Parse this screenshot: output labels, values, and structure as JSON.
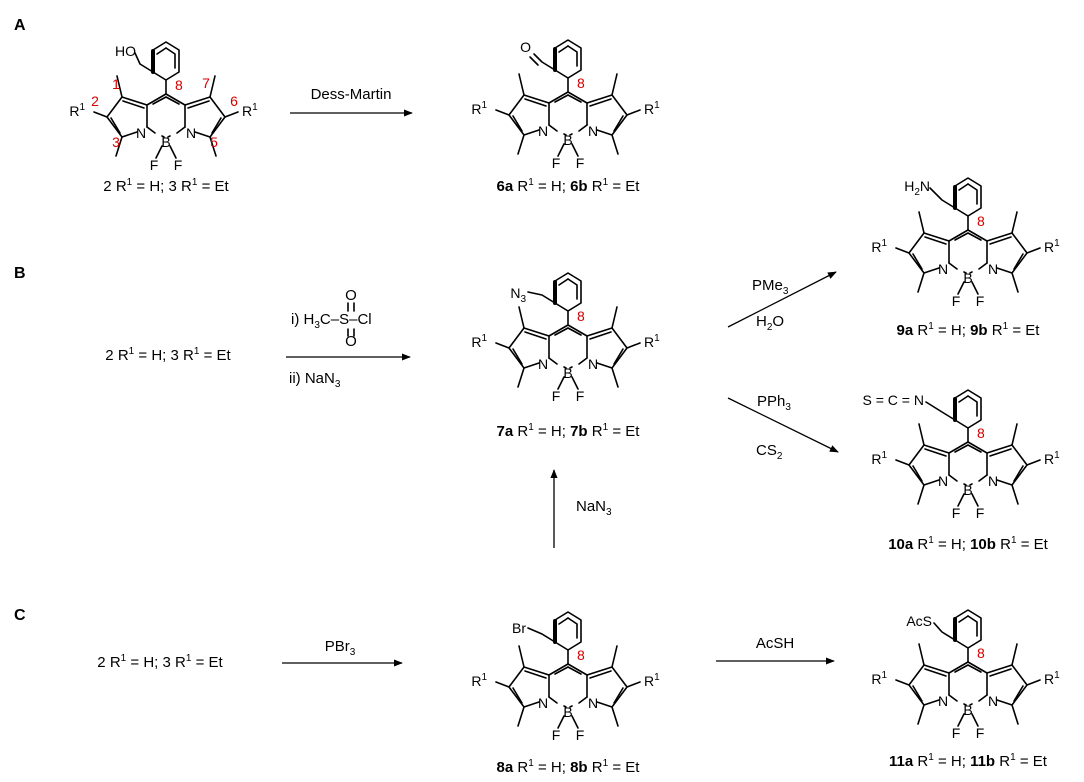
{
  "panels": [
    "A",
    "B",
    "C"
  ],
  "atoms": {
    "N": "N",
    "B": "B",
    "F": "F",
    "R": "R",
    "one": "1"
  },
  "locants": [
    "1",
    "2",
    "3",
    "5",
    "6",
    "7",
    "8"
  ],
  "substituents": {
    "s2": [
      "HO"
    ],
    "s6": [
      "O"
    ],
    "s7": [
      "N",
      "3"
    ],
    "s9": [
      "H",
      "2",
      "N"
    ],
    "s10": [
      "S",
      "=",
      "C",
      "=",
      "N"
    ],
    "s8": [
      "Br"
    ],
    "s11": [
      "AcS"
    ]
  },
  "reagents": {
    "a_dm": "Dess-Martin",
    "b_i": [
      "i) H",
      "3",
      "C",
      "S",
      "Cl",
      "O"
    ],
    "b_ii": [
      "ii) NaN",
      "3"
    ],
    "b_pme3": [
      "PMe",
      "3"
    ],
    "b_h2o": [
      "H",
      "2",
      "O"
    ],
    "b_pph3": [
      "PPh",
      "3"
    ],
    "b_cs2": [
      "CS",
      "2"
    ],
    "b_nan3": [
      "NaN",
      "3"
    ],
    "c_pbr3": [
      "PBr",
      "3"
    ],
    "c_acsh": "AcSH"
  },
  "labels": {
    "c2": {
      "id1": "2",
      "id2": "3",
      "r1": "= H; ",
      "r2": "= Et"
    },
    "c6": {
      "id1": "6a",
      "id2": "6b",
      "r1": "= H; ",
      "r2": "= Et"
    },
    "c7": {
      "id1": "7a",
      "id2": "7b",
      "r1": "= H; ",
      "r2": "= Et"
    },
    "c8": {
      "id1": "8a",
      "id2": "8b",
      "r1": "= H; ",
      "r2": "= Et"
    },
    "c9": {
      "id1": "9a",
      "id2": "9b",
      "r1": "= H; ",
      "r2": "= Et"
    },
    "c10": {
      "id1": "10a",
      "id2": "10b",
      "r1": "= H; ",
      "r2": "= Et"
    },
    "c11": {
      "id1": "11a",
      "id2": "11b",
      "r1": "= H; ",
      "r2": "= Et"
    }
  },
  "start_materials": {
    "B": {
      "id1": "2",
      "id2": "3",
      "r1": "= H; ",
      "r2": "= Et"
    },
    "C": {
      "id1": "2",
      "id2": "3",
      "r1": "= H; ",
      "r2": "= Et"
    }
  }
}
